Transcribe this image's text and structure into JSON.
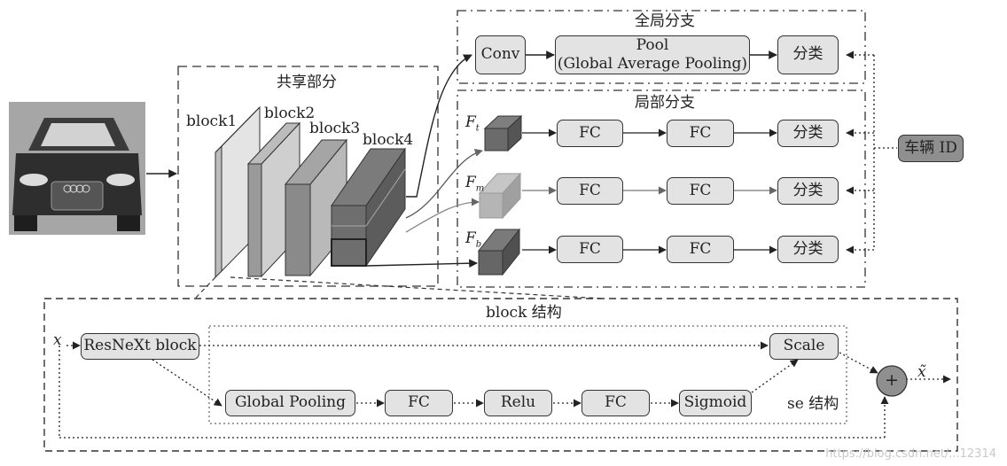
{
  "groups": {
    "global_branch": "全局分支",
    "shared_part": "共享部分",
    "local_branch": "局部分支",
    "block_structure": "block 结构",
    "se_structure": "se 结构"
  },
  "backbone_blocks": [
    "block1",
    "block2",
    "block3",
    "block4"
  ],
  "global_branch": {
    "conv": "Conv",
    "pool_line1": "Pool",
    "pool_line2": "(Global  Average  Pooling)",
    "classify": "分类"
  },
  "local_branch": {
    "features": [
      {
        "symbol": "F",
        "sub": "t"
      },
      {
        "symbol": "F",
        "sub": "m"
      },
      {
        "symbol": "F",
        "sub": "b"
      }
    ],
    "fc": "FC",
    "classify": "分类"
  },
  "vehicle_id": "车辆 ID",
  "block_structure": {
    "input": "x",
    "resnext": "ResNeXt  block",
    "global_pooling": "Global  Pooling",
    "fc": "FC",
    "relu": "Relu",
    "sigmoid": "Sigmoid",
    "scale": "Scale",
    "plus": "+",
    "output": "x̃"
  },
  "watermark": "https://blog.csdn.net/...12314"
}
